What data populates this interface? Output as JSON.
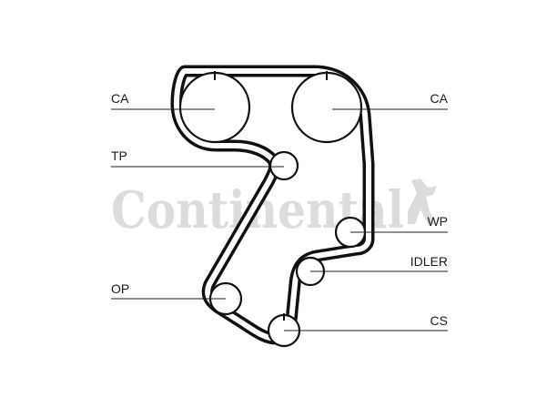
{
  "watermark": {
    "brand_text": "Continental"
  },
  "labels": {
    "ca_left": "CA",
    "ca_right": "CA",
    "tp": "TP",
    "wp": "WP",
    "idler": "IDLER",
    "op": "OP",
    "cs": "CS"
  },
  "colors": {
    "belt": "#111111",
    "watermark": "#dcdcdc",
    "text": "#1a1a1a"
  }
}
